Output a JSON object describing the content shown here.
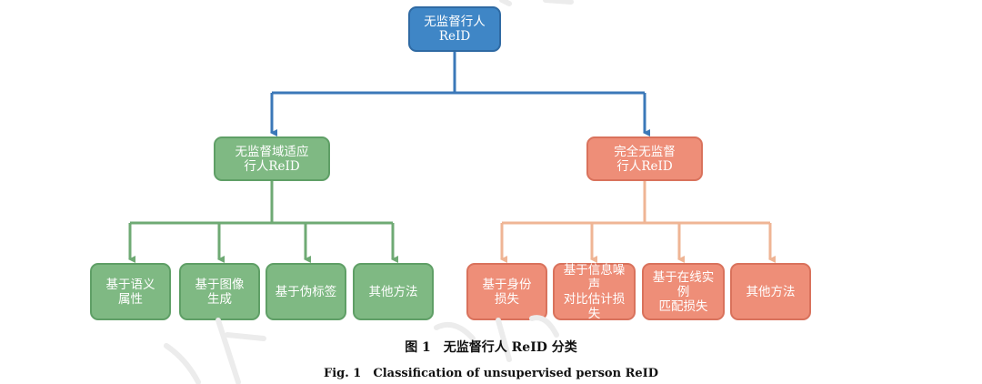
{
  "diagram": {
    "root": {
      "lines": [
        "无监督行人",
        "ReID"
      ]
    },
    "branches": [
      {
        "lines": [
          "无监督域适应",
          "行人ReID"
        ],
        "children": [
          {
            "lines": [
              "基于语义",
              "属性"
            ]
          },
          {
            "lines": [
              "基于图像",
              "生成"
            ]
          },
          {
            "lines": [
              "基于伪标签"
            ]
          },
          {
            "lines": [
              "其他方法"
            ]
          }
        ]
      },
      {
        "lines": [
          "完全无监督",
          "行人ReID"
        ],
        "children": [
          {
            "lines": [
              "基于身份",
              "损失"
            ]
          },
          {
            "lines": [
              "基于信息噪声",
              "对比估计损失"
            ]
          },
          {
            "lines": [
              "基于在线实例",
              "匹配损失"
            ]
          },
          {
            "lines": [
              "其他方法"
            ]
          }
        ]
      }
    ]
  },
  "colors": {
    "root": "#3f86c6",
    "domain_adaptation": "#7fb983",
    "fully_unsupervised": "#ee8e78",
    "root_connector": "#3b78b8",
    "domain_adaptation_connector": "#6faa74",
    "fully_unsupervised_connector": "#efb595"
  },
  "caption": {
    "cn": "图 1　无监督行人 ReID 分类",
    "en": "Fig. 1　Classification of unsupervised person ReID"
  }
}
